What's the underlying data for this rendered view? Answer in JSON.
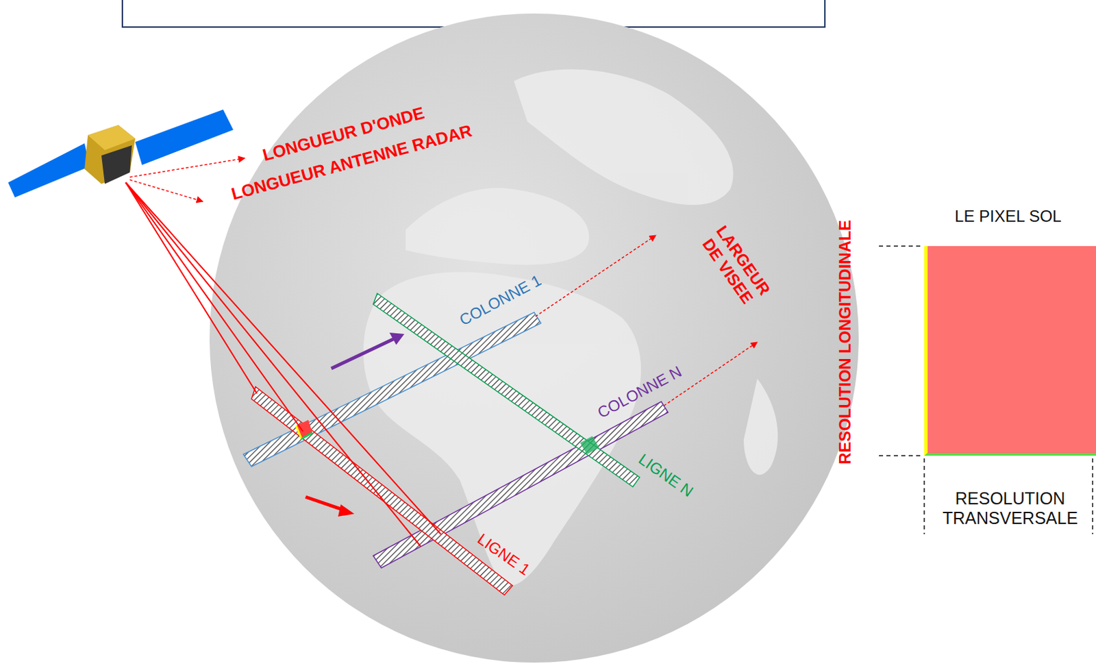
{
  "diagram": {
    "nodes": [
      {
        "text": [
          "LE PIXEL SOL"
        ]
      }
    ],
    "labels": [
      "LONGUEUR D'ONDE",
      "LONGUEUR ANTENNE RADAR",
      "LARGEUR DE VISEE",
      "COLONNE 1",
      "COLONNE N",
      "LIGNE N",
      "LIGNE 1",
      "RESOLUTION LONGITUDINALE",
      "RESOLUTION TRANSVERSALE"
    ]
  }
}
